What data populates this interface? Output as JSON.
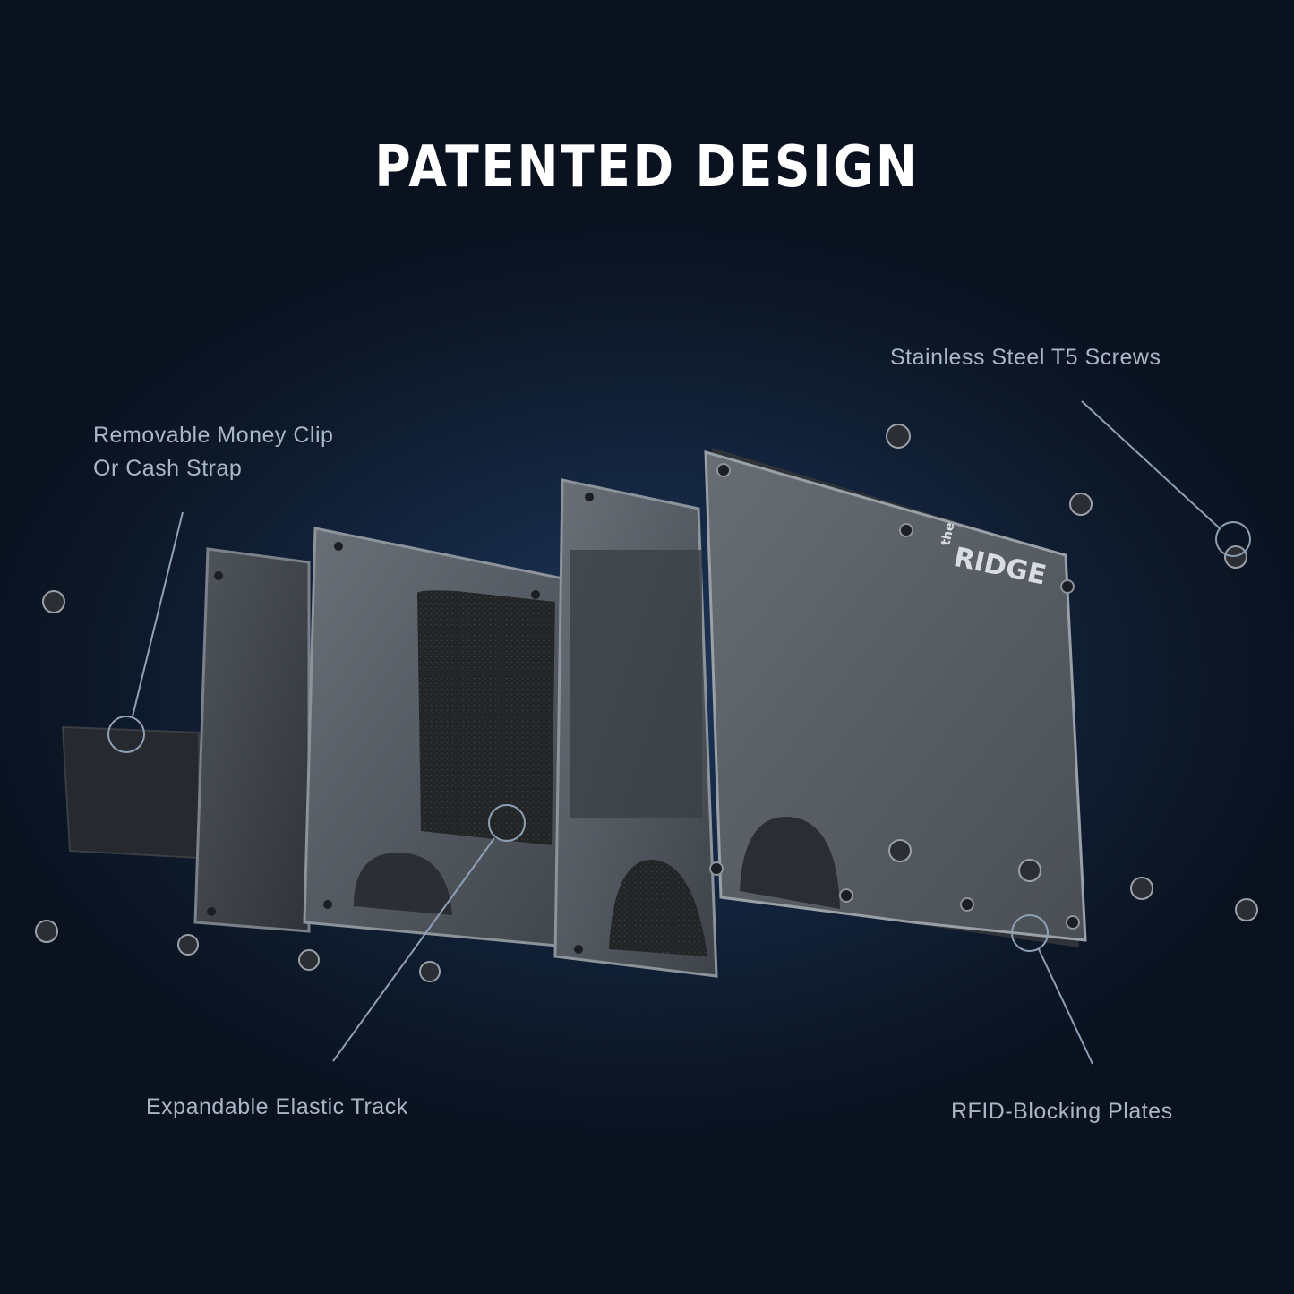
{
  "title": "PATENTED DESIGN",
  "brand_logo": "theRIDGE",
  "callouts": {
    "screws": "Stainless Steel T5 Screws",
    "money_clip_line1": "Removable Money Clip",
    "money_clip_line2": "Or Cash Strap",
    "elastic_track": "Expandable Elastic Track",
    "rfid_plates": "RFID-Blocking Plates"
  },
  "colors": {
    "background": "#14253f",
    "title": "#ffffff",
    "label": "#aab6c6",
    "plate": "#4d5258",
    "callout_line": "#8ea0b5"
  }
}
